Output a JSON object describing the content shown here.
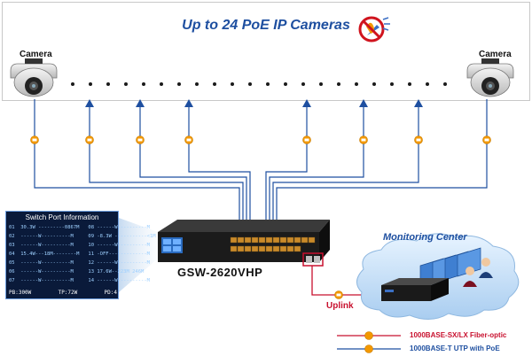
{
  "header": {
    "title": "Up to 24 PoE IP Cameras"
  },
  "cameras": {
    "left_label": "Camera",
    "right_label": "Camera"
  },
  "switch": {
    "model": "GSW-2620VHP"
  },
  "info_panel": {
    "title": "Switch Port Information",
    "rows": [
      "01  30.3W ---------0867M   08 ------W----------M",
      "02  ------W----------M     09 -8.3W -----------<1M",
      "03  ------W----------M     10 ------W----------M",
      "04  15.4W---18M--------M   11 -OFF-------------M",
      "05  ------W----------M     12 ------W----------M",
      "06  ------W----------M     13 17.6W--223M 246M",
      "07  ------W----------M     14 ------W----------M"
    ],
    "footer": {
      "pb": "PB:300W",
      "tp": "TP:72W",
      "pd": "PD:4"
    }
  },
  "monitoring": {
    "label": "Monitoring Center"
  },
  "uplink": {
    "label": "Uplink"
  },
  "legend": {
    "fiber": "1000BASE-SX/LX Fiber-optic",
    "utp": "1000BASE-T UTP with PoE"
  },
  "colors": {
    "utp": "#1e4fa0",
    "fiber": "#c8102e",
    "poe_badge": "#f39800",
    "title": "#1e4fa0"
  }
}
